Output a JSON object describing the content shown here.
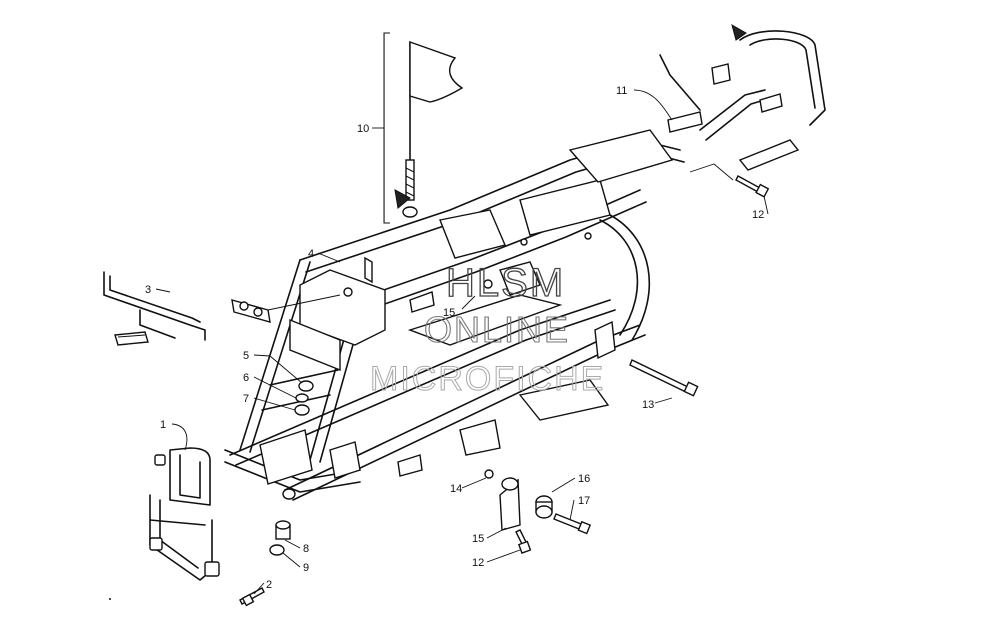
{
  "callouts": [
    {
      "id": "c1",
      "label": "1"
    },
    {
      "id": "c2",
      "label": "2"
    },
    {
      "id": "c3",
      "label": "3"
    },
    {
      "id": "c4",
      "label": "4"
    },
    {
      "id": "c5",
      "label": "5"
    },
    {
      "id": "c6",
      "label": "6"
    },
    {
      "id": "c7",
      "label": "7"
    },
    {
      "id": "c8",
      "label": "8"
    },
    {
      "id": "c9",
      "label": "9"
    },
    {
      "id": "c10",
      "label": "10"
    },
    {
      "id": "c11",
      "label": "11"
    },
    {
      "id": "c12a",
      "label": "12"
    },
    {
      "id": "c12b",
      "label": "12"
    },
    {
      "id": "c13",
      "label": "13"
    },
    {
      "id": "c14",
      "label": "14"
    },
    {
      "id": "c15a",
      "label": "15"
    },
    {
      "id": "c15b",
      "label": "15"
    },
    {
      "id": "c16",
      "label": "16"
    },
    {
      "id": "c17",
      "label": "17"
    }
  ],
  "watermark": {
    "line1": "HLSM",
    "line2": "ONLINE",
    "line3": "MICROFICHE"
  }
}
